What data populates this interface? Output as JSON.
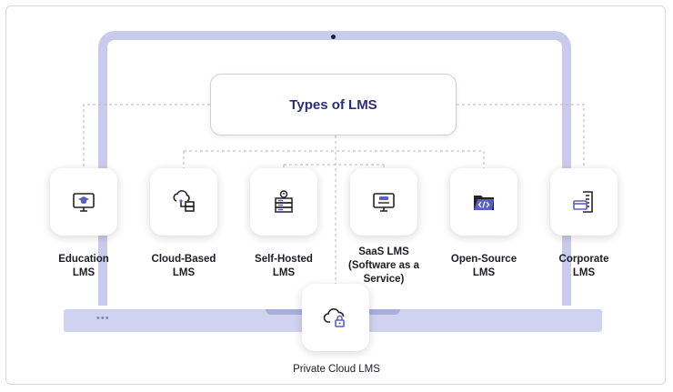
{
  "title": "Types of LMS",
  "items": [
    {
      "label": "Education\nLMS",
      "icon": "monitor-graduation-cap-icon"
    },
    {
      "label": "Cloud-Based\nLMS",
      "icon": "cloud-network-icon"
    },
    {
      "label": "Self-Hosted\nLMS",
      "icon": "server-user-icon"
    },
    {
      "label": "SaaS LMS\n(Software as a\nService)",
      "icon": "desktop-software-icon"
    },
    {
      "label": "Open-Source\nLMS",
      "icon": "code-folder-icon"
    },
    {
      "label": "Corporate\nLMS",
      "icon": "office-building-icon"
    }
  ],
  "bottom_item": {
    "label": "Private Cloud LMS",
    "icon": "cloud-lock-icon"
  },
  "colors": {
    "title_text": "#2b2d7a",
    "laptop_frame": "#c8cbeb",
    "laptop_base": "#d0d3ef",
    "icon_accent": "#5a5fc2",
    "icon_stroke": "#222228"
  }
}
